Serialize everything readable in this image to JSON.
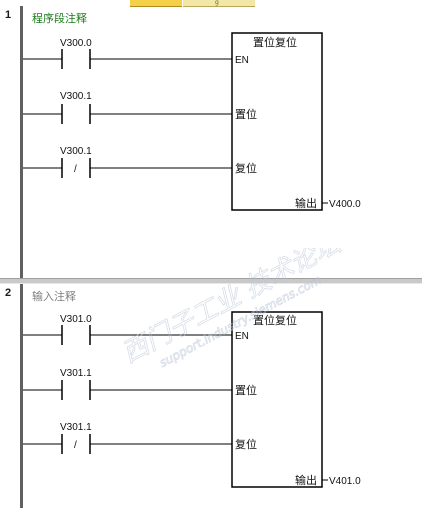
{
  "editor": {
    "tab_fragment": "g"
  },
  "networks": [
    {
      "number": "1",
      "comment": "程序段注释",
      "contacts": [
        {
          "address": "V300.0",
          "type": "normally-open"
        },
        {
          "address": "V300.1",
          "type": "normally-open"
        },
        {
          "address": "V300.1",
          "type": "normally-closed",
          "symbol": "/"
        }
      ],
      "box": {
        "title": "置位复位",
        "en": "EN",
        "set": "置位",
        "reset": "复位",
        "output_label": "输出",
        "output_address": "V400.0"
      }
    },
    {
      "number": "2",
      "comment": "输入注释",
      "contacts": [
        {
          "address": "V301.0",
          "type": "normally-open"
        },
        {
          "address": "V301.1",
          "type": "normally-open"
        },
        {
          "address": "V301.1",
          "type": "normally-closed",
          "symbol": "/"
        }
      ],
      "box": {
        "title": "置位复位",
        "en": "EN",
        "set": "置位",
        "reset": "复位",
        "output_label": "输出",
        "output_address": "V401.0"
      }
    }
  ],
  "watermark": {
    "line1": "西门子工业  技术论坛",
    "line2": "support.industry.siemens.com"
  },
  "colors": {
    "comment_green": "#1a7a1a",
    "comment_gray": "#808080",
    "rail": "#606060",
    "separator": "#c9c9c9"
  }
}
